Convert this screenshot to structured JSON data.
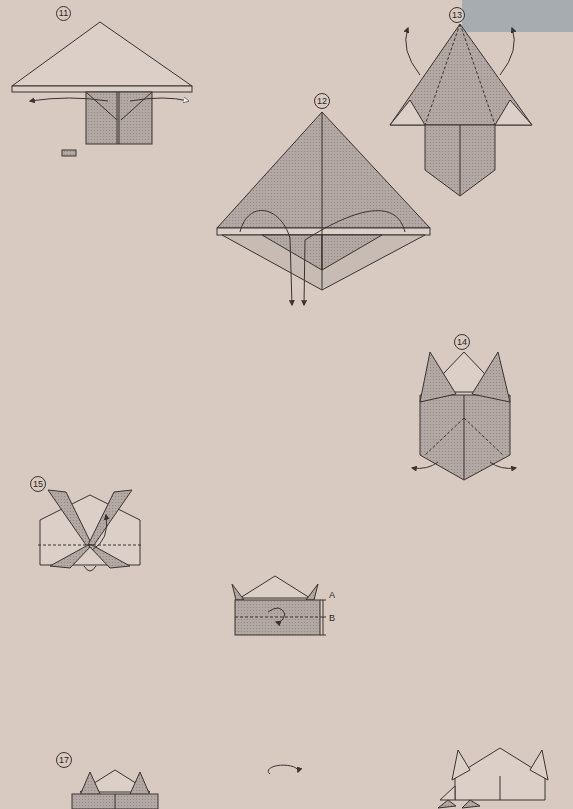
{
  "diagram": {
    "nodes": [
      {
        "text": [
          "11"
        ]
      },
      {
        "text": [
          "12"
        ]
      },
      {
        "text": [
          "13"
        ]
      },
      {
        "text": [
          "14"
        ]
      },
      {
        "text": [
          "15"
        ]
      },
      {
        "text": [
          "17"
        ]
      }
    ],
    "labels": [
      "A",
      "B"
    ]
  }
}
